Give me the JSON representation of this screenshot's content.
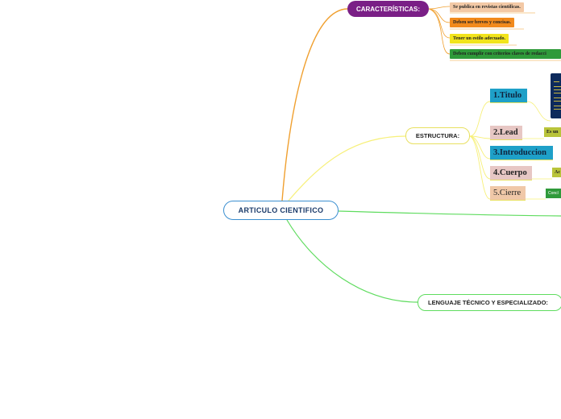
{
  "central": {
    "label": "ARTICULO CIENTIFICO"
  },
  "caracteristicas": {
    "label": "CARACTERÍSTICAS:",
    "items": [
      "Se publica en revistas científicas.",
      "Deben ser breves y concisas.",
      "Tener un estilo adecuado.",
      "Deben cumplir con criterios claves de redacci"
    ]
  },
  "estructura": {
    "label": "ESTRUCTURA:",
    "sections": [
      {
        "label": "1.Titulo"
      },
      {
        "label": "2.Lead",
        "note": "Es un"
      },
      {
        "label": "3.Introduccion"
      },
      {
        "label": "4.Cuerpo",
        "note": "Ac"
      },
      {
        "label": "5.Cierre",
        "note": "Concl"
      }
    ]
  },
  "lenguaje": {
    "label": "LENGUAJE TÉCNICO Y ESPECIALIZADO:"
  },
  "colors": {
    "central_border": "#3b8fd0",
    "caracteristicas": "#7a1f86",
    "estructura_branch": "#f7f07a",
    "lenguaje_branch": "#5fdc5f",
    "caracteristicas_branch": "#f0a030"
  }
}
